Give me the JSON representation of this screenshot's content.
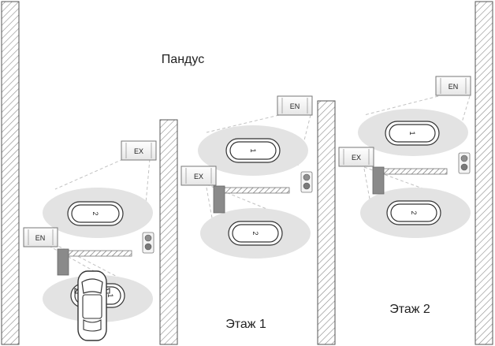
{
  "labels": {
    "ramp": "Пандус",
    "floor1": "Этаж 1",
    "floor2": "Этаж 2"
  },
  "readers": {
    "en_ramp": "EN",
    "ex_ramp": "EX",
    "en_floor1": "EN",
    "ex_floor1": "EX",
    "en_floor2": "EN",
    "ex_floor2": "EX"
  },
  "loops": {
    "ramp_upper": "2",
    "ramp_lower": "1",
    "floor1_upper": "1",
    "floor1_lower": "2",
    "floor2_upper": "1",
    "floor2_lower": "2"
  },
  "colors": {
    "zone_fill": "#e3e3e3",
    "wall_stroke": "#555555",
    "barrier_post": "#8a8a8a",
    "reader_border": "#777777"
  }
}
